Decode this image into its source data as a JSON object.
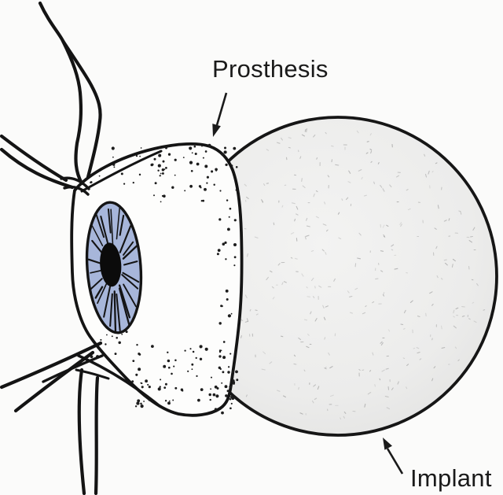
{
  "figure": {
    "kind": "ocular-prosthesis-and-implant-illustration",
    "labels": {
      "prosthesis": "Prosthesis",
      "implant": "Implant"
    },
    "colors": {
      "iris_blue": "#a7b6da",
      "implant_fill": "#ececeb",
      "outline_black": "#161616",
      "background": "#fbfbfa"
    }
  }
}
